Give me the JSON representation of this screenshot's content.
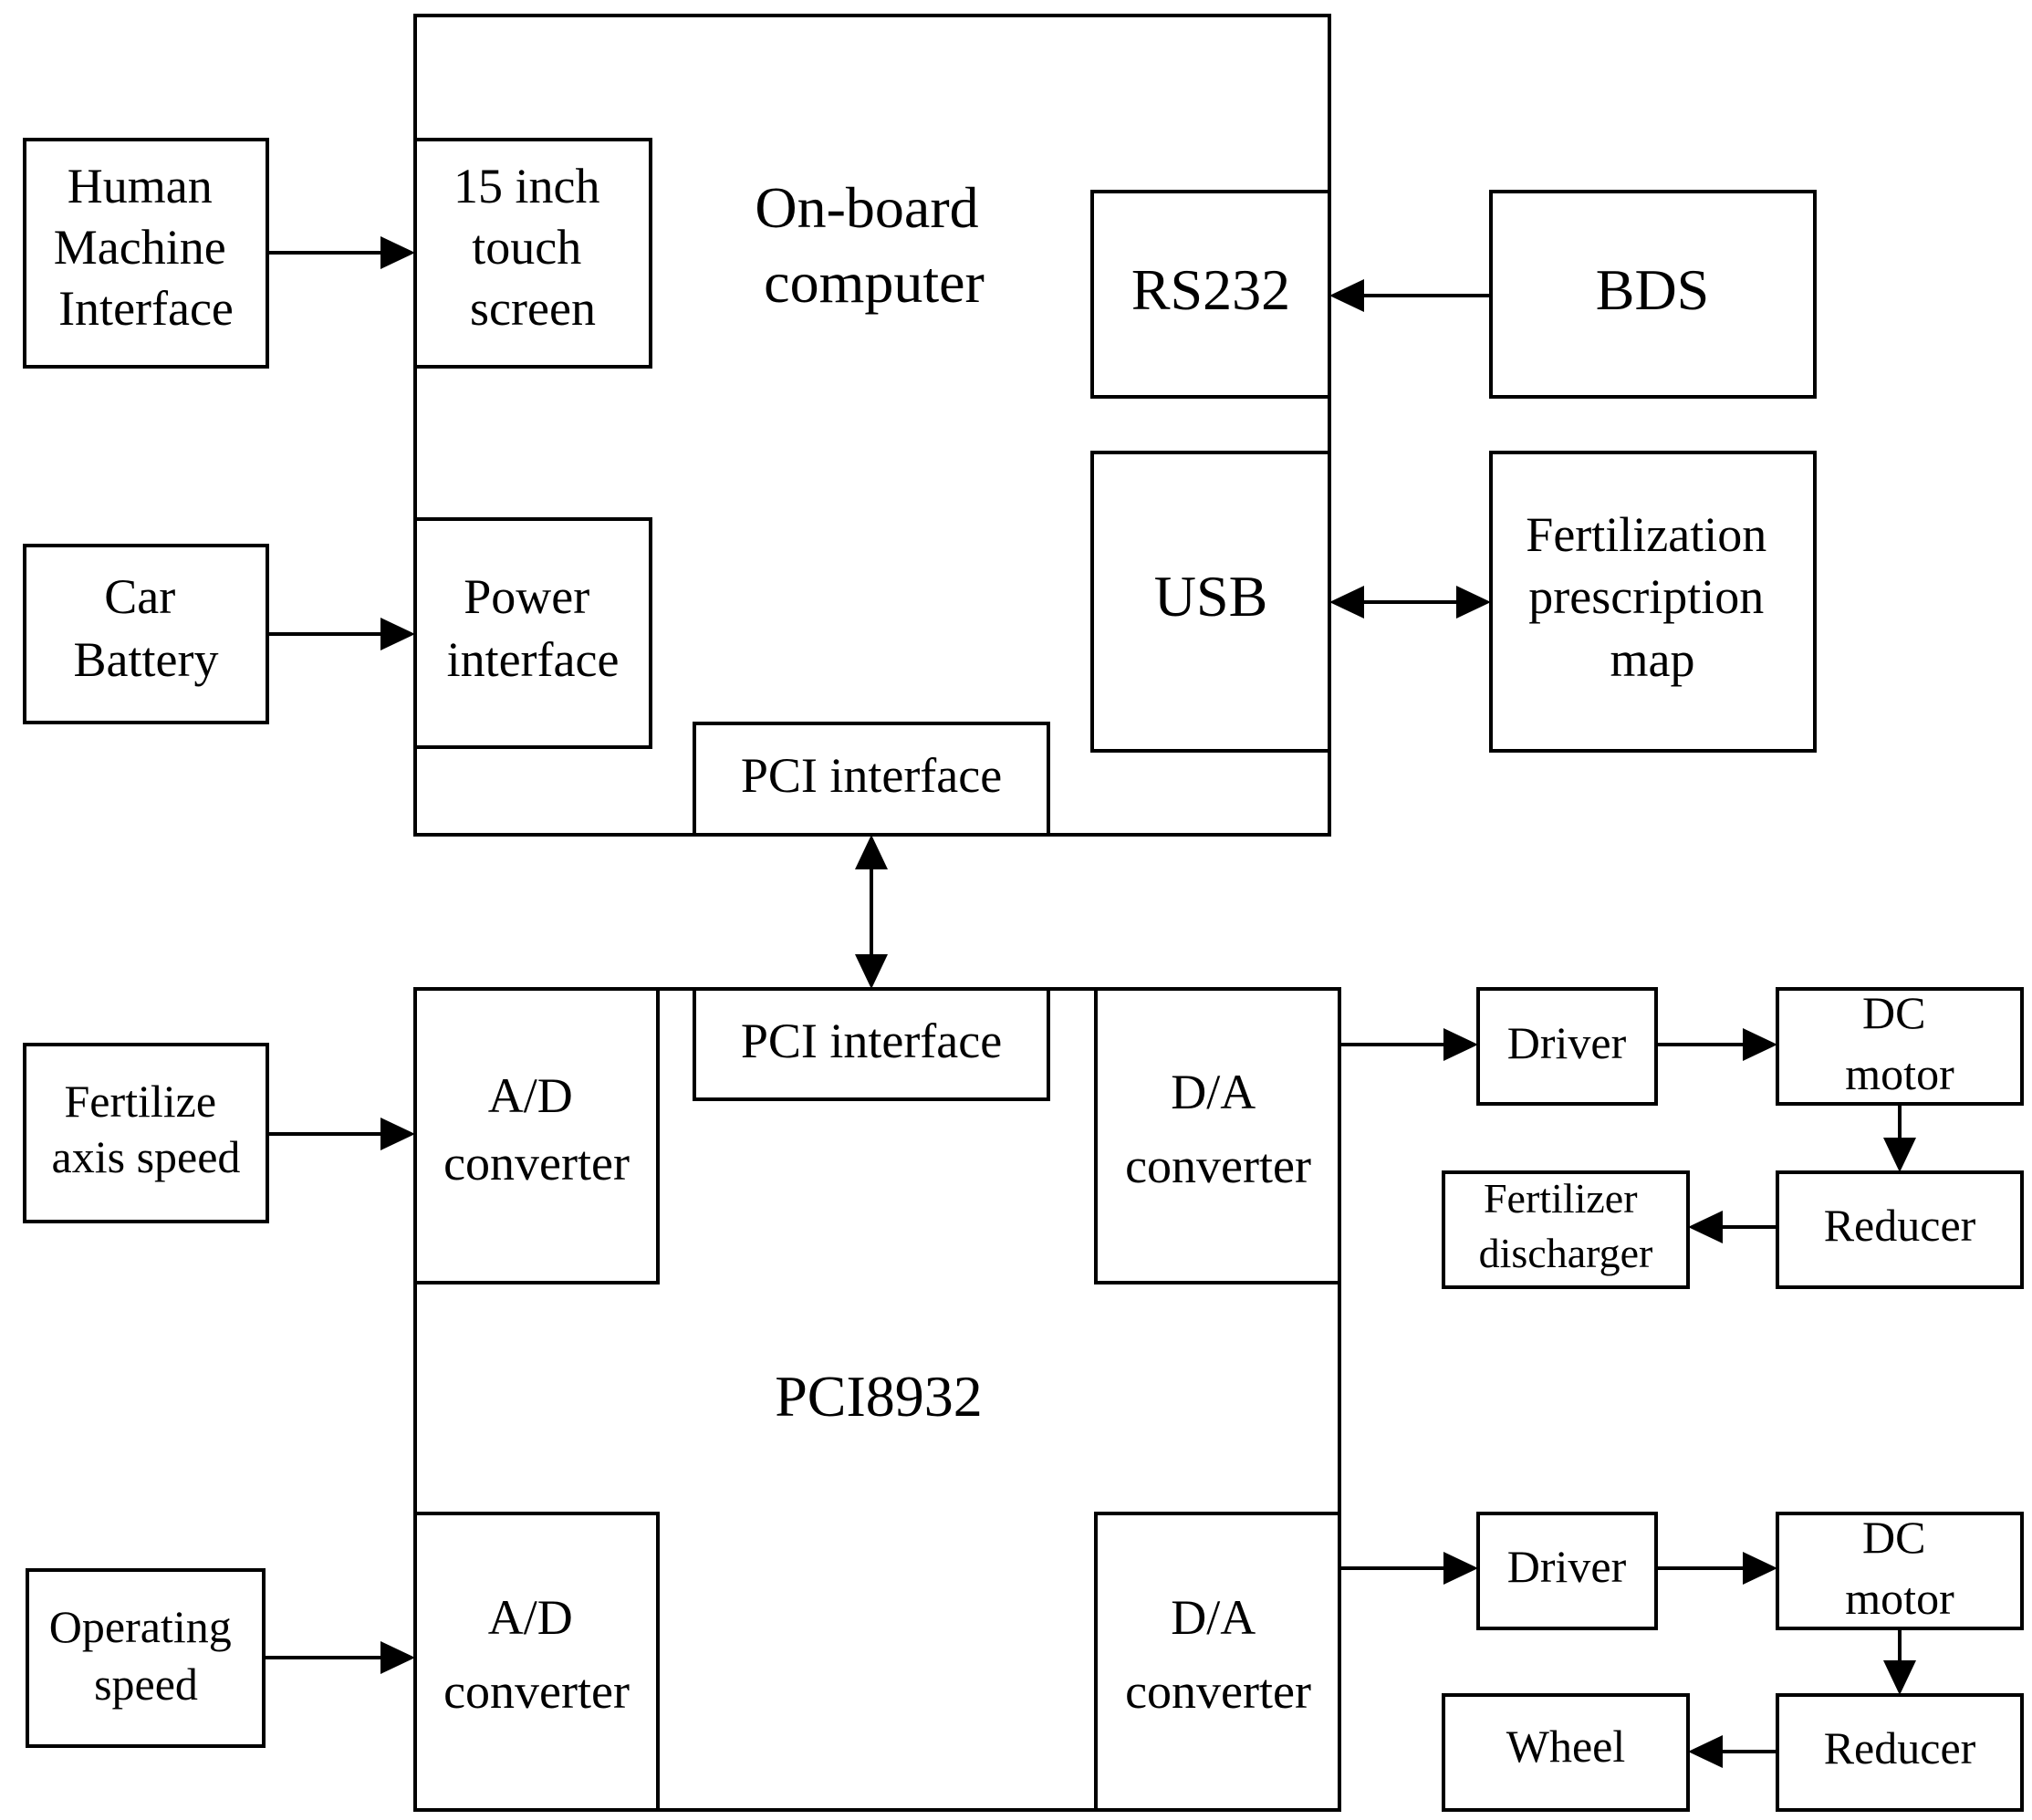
{
  "nodes": {
    "hmi": [
      "Human",
      "Machine",
      "Interface"
    ],
    "touch_screen": [
      "15 inch",
      "touch",
      "screen"
    ],
    "onboard": [
      "On-board",
      "computer"
    ],
    "rs232": [
      "RS232"
    ],
    "bds": [
      "BDS"
    ],
    "battery": [
      "Car",
      "Battery"
    ],
    "power_interface": [
      "Power",
      "interface"
    ],
    "usb": [
      "USB"
    ],
    "prescription_map": [
      "Fertilization",
      "prescription",
      "map"
    ],
    "pci_top": [
      "PCI interface"
    ],
    "pci_bottom": [
      "PCI interface"
    ],
    "ad1": [
      "A/D",
      "converter"
    ],
    "da1": [
      "D/A",
      "converter"
    ],
    "pci8932": [
      "PCI8932"
    ],
    "fert_speed": [
      "Fertilize",
      "axis speed"
    ],
    "driver1": [
      "Driver"
    ],
    "dcmotor1": [
      "DC",
      "motor"
    ],
    "reducer1": [
      "Reducer"
    ],
    "discharger": [
      "Fertilizer",
      "discharger"
    ],
    "op_speed": [
      "Operating",
      "speed"
    ],
    "ad2": [
      "A/D",
      "converter"
    ],
    "da2": [
      "D/A",
      "converter"
    ],
    "driver2": [
      "Driver"
    ],
    "dcmotor2": [
      "DC",
      "motor"
    ],
    "reducer2": [
      "Reducer"
    ],
    "wheel": [
      "Wheel"
    ]
  },
  "edges": [
    {
      "from": "hmi",
      "to": "touch_screen",
      "direction": "forward"
    },
    {
      "from": "battery",
      "to": "power_interface",
      "direction": "forward"
    },
    {
      "from": "bds",
      "to": "rs232",
      "direction": "forward"
    },
    {
      "from": "usb",
      "to": "prescription_map",
      "direction": "both"
    },
    {
      "from": "pci_top",
      "to": "pci_bottom",
      "direction": "both"
    },
    {
      "from": "fert_speed",
      "to": "ad1",
      "direction": "forward"
    },
    {
      "from": "op_speed",
      "to": "ad2",
      "direction": "forward"
    },
    {
      "from": "da1",
      "to": "driver1",
      "direction": "forward"
    },
    {
      "from": "driver1",
      "to": "dcmotor1",
      "direction": "forward"
    },
    {
      "from": "dcmotor1",
      "to": "reducer1",
      "direction": "forward"
    },
    {
      "from": "reducer1",
      "to": "discharger",
      "direction": "forward"
    },
    {
      "from": "da2",
      "to": "driver2",
      "direction": "forward"
    },
    {
      "from": "driver2",
      "to": "dcmotor2",
      "direction": "forward"
    },
    {
      "from": "dcmotor2",
      "to": "reducer2",
      "direction": "forward"
    },
    {
      "from": "reducer2",
      "to": "wheel",
      "direction": "forward"
    }
  ]
}
